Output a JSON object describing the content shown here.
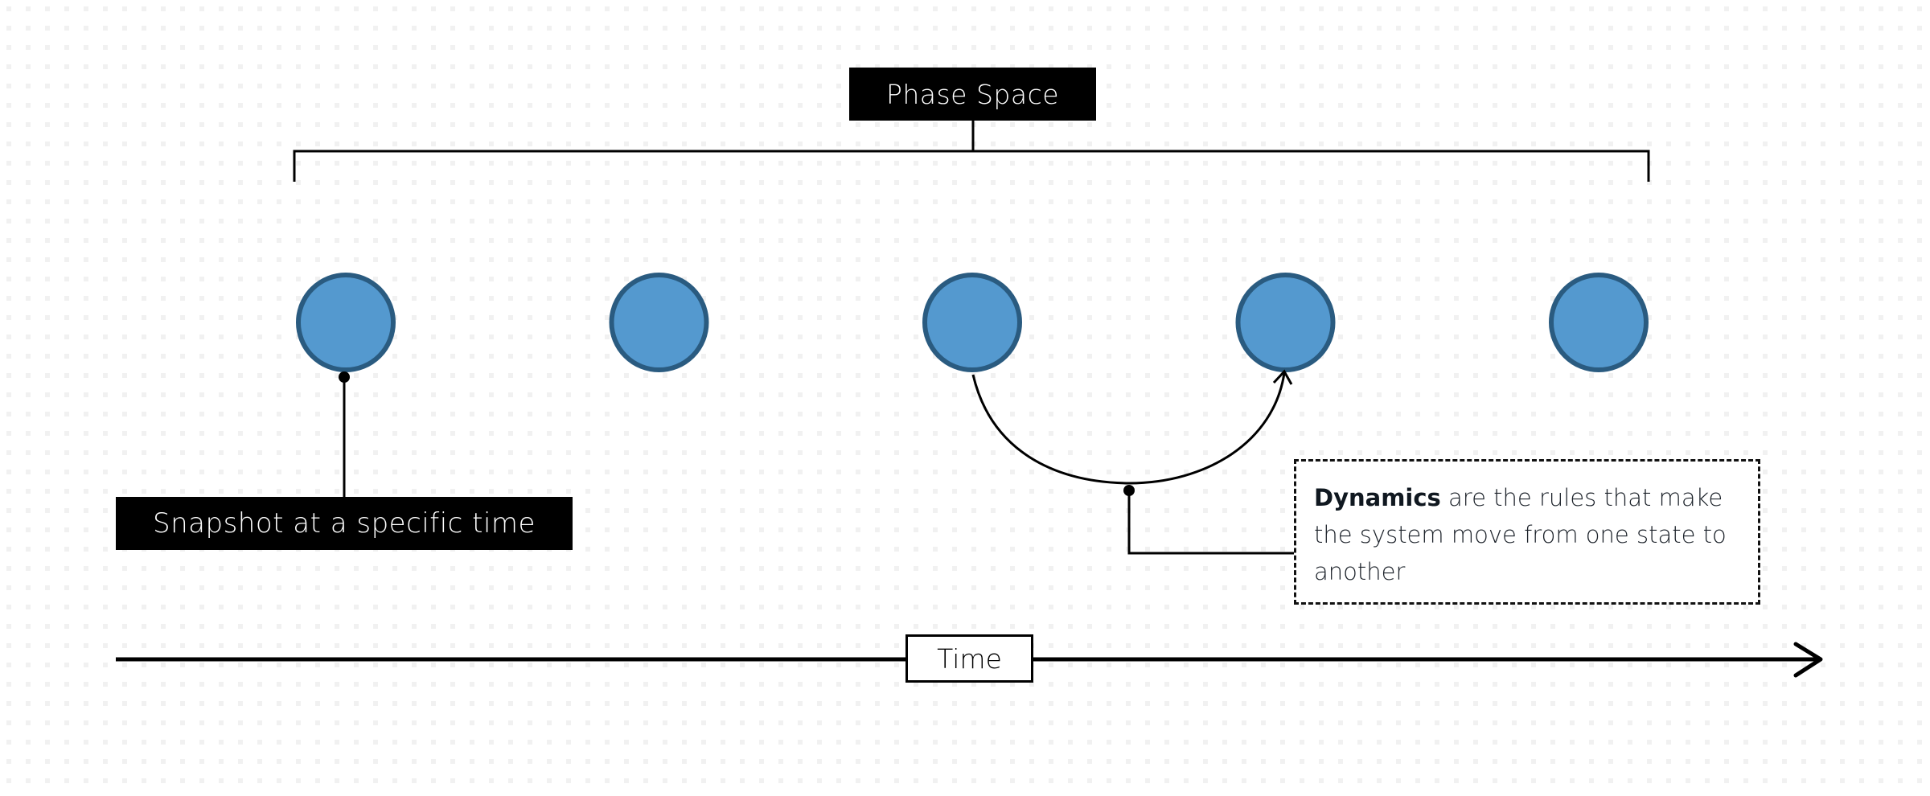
{
  "diagram": {
    "phase_space_label": "Phase Space",
    "snapshot_label": "Snapshot at a specific time",
    "time_label": "Time",
    "dynamics": {
      "term": "Dynamics",
      "description": " are the rules that make the system move from one state to another"
    },
    "state_count": 5,
    "colors": {
      "state_fill": "#5499cf",
      "state_stroke": "#2a5b80",
      "line": "#000000",
      "label_bg": "#000000",
      "label_text": "#ffffff",
      "grid_dot": "#f1f1f1"
    }
  }
}
